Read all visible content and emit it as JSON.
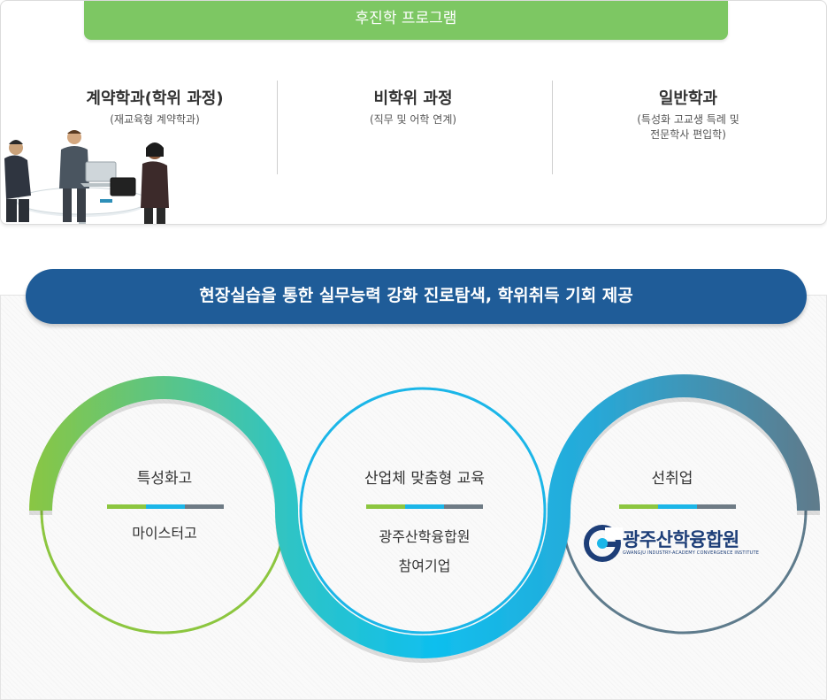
{
  "top": {
    "banner": "후진학 프로그램",
    "columns": [
      {
        "title": "계약학과(학위 과정)",
        "sub": "(재교육형 계약학과)"
      },
      {
        "title": "비학위 과정",
        "sub": "(직무 및 어학 연계)"
      },
      {
        "title": "일반학과",
        "sub": "(특성화 고교생 특례 및\n전문학사 편입학)"
      }
    ]
  },
  "middle": {
    "banner": "현장실습을 통한 실무능력 강화 진로탐색, 학위취득 기회 제공"
  },
  "nodes": [
    {
      "title": "특성화고",
      "text": "마이스터고"
    },
    {
      "title": "산업체 맞춤형 교육",
      "text": "광주산학융합원\n참여기업"
    },
    {
      "title": "선취업",
      "logo": {
        "name": "광주산학융합원",
        "sub": "GWANGJU INDUSTRY-ACADEMY CONVERGENCE INSTITUTE"
      }
    }
  ],
  "colors": {
    "green": "#8cc63f",
    "teal": "#2ec4c6",
    "cyan": "#1bb6e8",
    "slate": "#5e7b8c",
    "navy": "#1f5c98",
    "banner_green": "#7dc763"
  },
  "icons": [
    "meeting-illustration",
    "gwangju-logo-icon"
  ]
}
